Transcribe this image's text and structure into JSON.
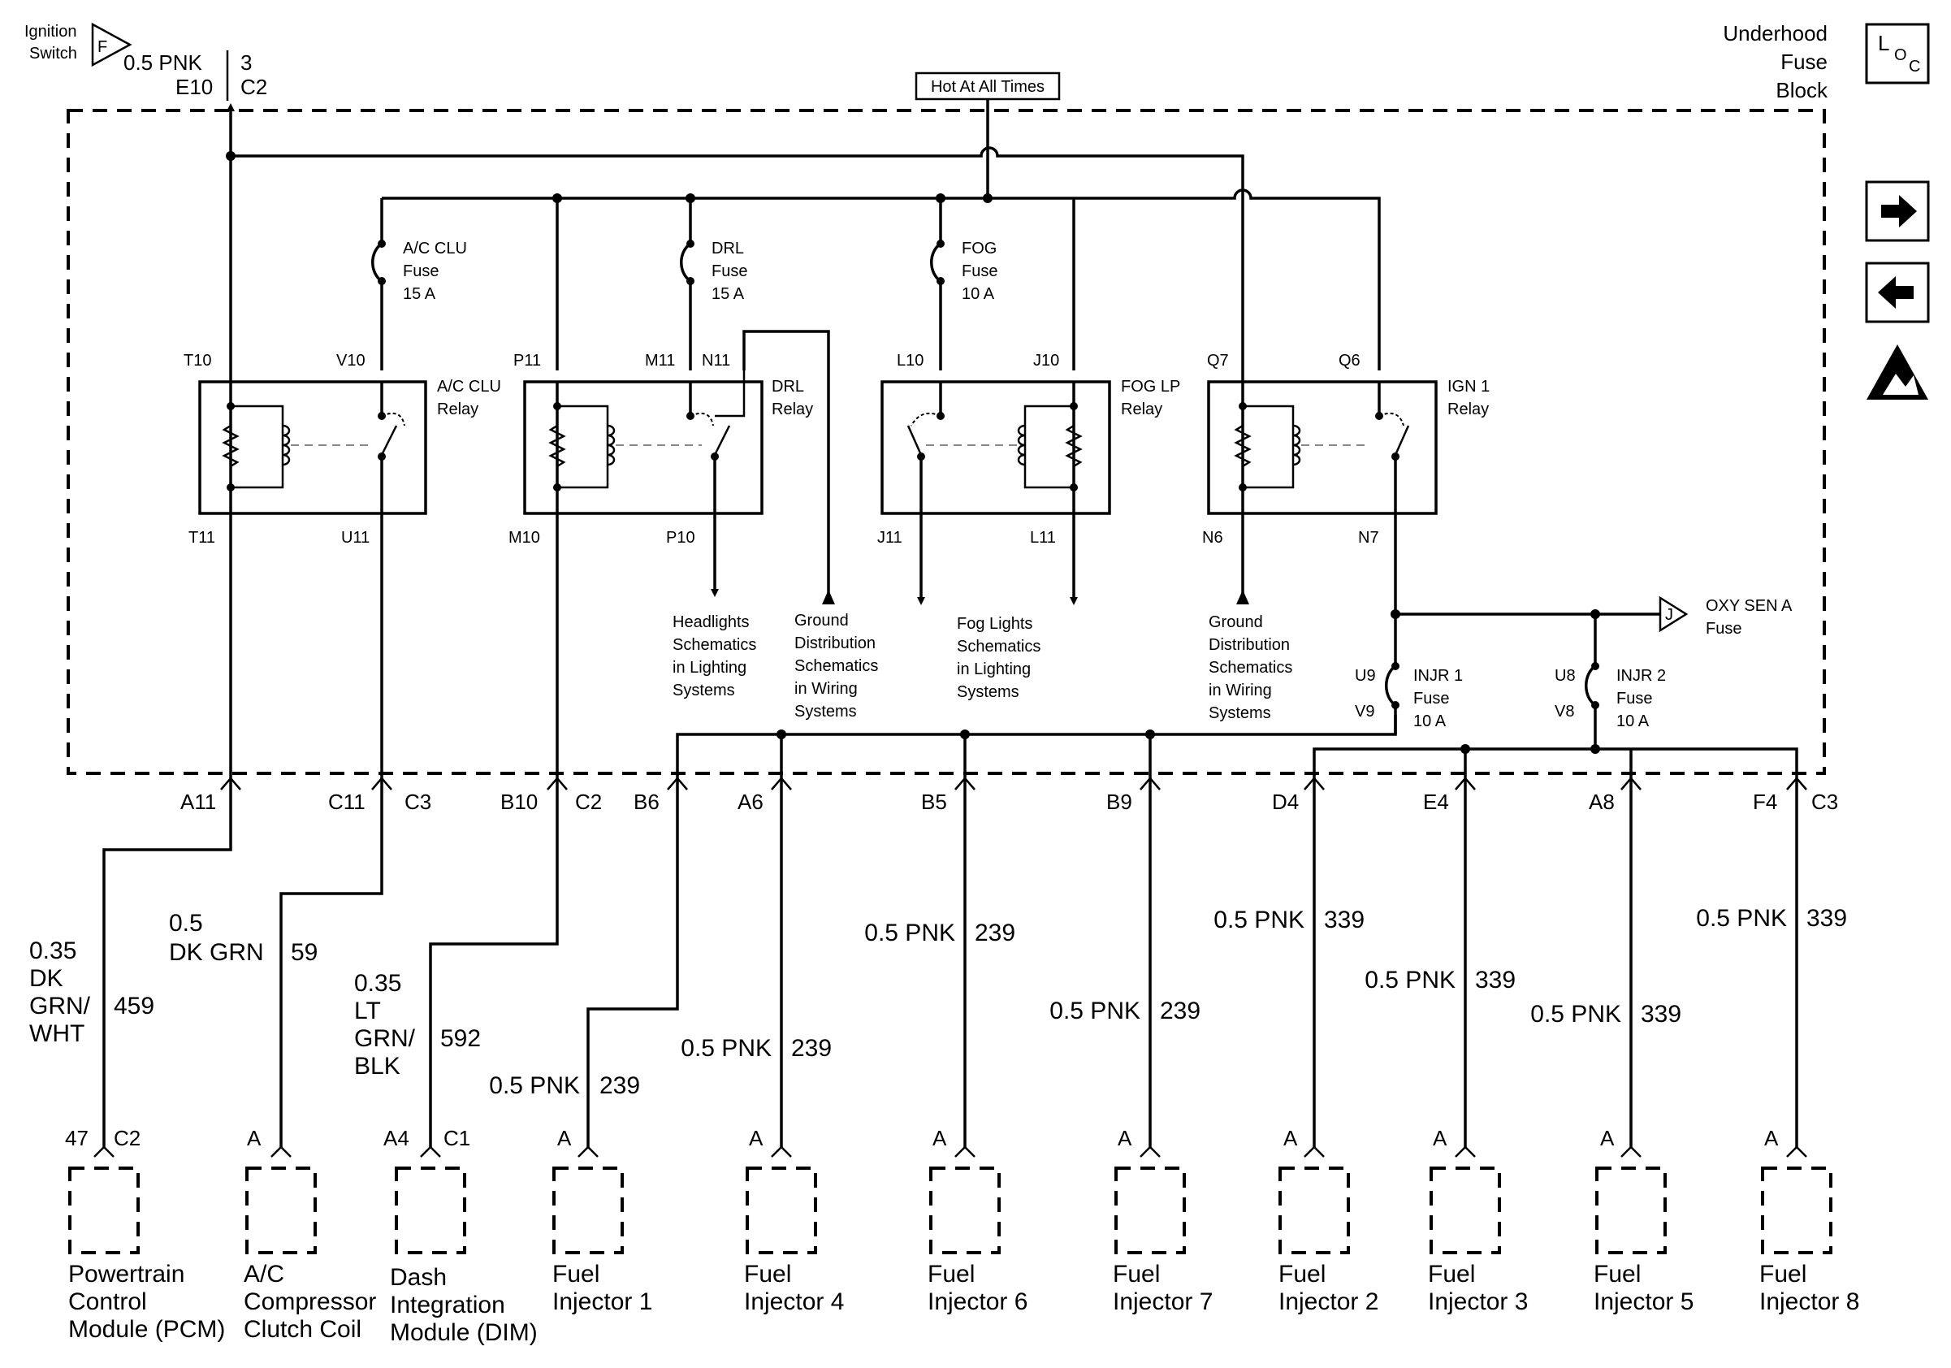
{
  "title": {
    "ignition": [
      "Ignition",
      "Switch"
    ],
    "ignition_connector": "F",
    "ignition_wire": "0.5 PNK",
    "ignition_circuit": "3",
    "ignition_pin": "E10",
    "ignition_conn": "C2",
    "fuse_block": [
      "Underhood",
      "Fuse",
      "Block"
    ],
    "hot": "Hot At All Times"
  },
  "icons": {
    "loc": [
      "L",
      "O",
      "C"
    ],
    "nav_next": "arrow-right-icon",
    "nav_prev": "arrow-left-icon",
    "esd": "esd-warning-icon"
  },
  "fuses": {
    "ac": [
      "A/C CLU",
      "Fuse",
      "15 A"
    ],
    "drl": [
      "DRL",
      "Fuse",
      "15 A"
    ],
    "fog": [
      "FOG",
      "Fuse",
      "10 A"
    ],
    "injr1": [
      "INJR 1",
      "Fuse",
      "10 A"
    ],
    "injr2": [
      "INJR 2",
      "Fuse",
      "10 A"
    ],
    "oxy": [
      "OXY SEN A",
      "Fuse"
    ],
    "oxy_connector": "J"
  },
  "relays": {
    "ac": [
      "A/C CLU",
      "Relay"
    ],
    "drl": [
      "DRL",
      "Relay"
    ],
    "fog": [
      "FOG LP",
      "Relay"
    ],
    "ign": [
      "IGN 1",
      "Relay"
    ]
  },
  "pins": {
    "t10": "T10",
    "v10": "V10",
    "p11": "P11",
    "m11": "M11",
    "n11": "N11",
    "l10": "L10",
    "j10": "J10",
    "q7": "Q7",
    "q6": "Q6",
    "t11": "T11",
    "u11": "U11",
    "m10": "M10",
    "p10": "P10",
    "j11": "J11",
    "l11": "L11",
    "n6": "N6",
    "n7": "N7",
    "u9": "U9",
    "v9": "V9",
    "u8": "U8",
    "v8": "V8"
  },
  "refs": {
    "headlights": [
      "Headlights",
      "Schematics",
      "in Lighting",
      "Systems"
    ],
    "ground1": [
      "Ground",
      "Distribution",
      "Schematics",
      "in Wiring",
      "Systems"
    ],
    "fog": [
      "Fog Lights",
      "Schematics",
      "in Lighting",
      "Systems"
    ],
    "ground2": [
      "Ground",
      "Distribution",
      "Schematics",
      "in Wiring",
      "Systems"
    ]
  },
  "connectors": {
    "a11": "A11",
    "c11": "C11",
    "c3a": "C3",
    "b10": "B10",
    "c2": "C2",
    "b6": "B6",
    "a6": "A6",
    "b5": "B5",
    "b9": "B9",
    "d4": "D4",
    "e4": "E4",
    "a8": "A8",
    "f4": "F4",
    "c3b": "C3"
  },
  "wires": {
    "pcm": [
      "0.35",
      "DK",
      "GRN/",
      "WHT"
    ],
    "pcm_circuit": "459",
    "ac": [
      "0.5",
      "DK GRN"
    ],
    "ac_circuit": "59",
    "dim": [
      "0.35",
      "LT",
      "GRN/",
      "BLK"
    ],
    "dim_circuit": "592",
    "inj": "0.5 PNK",
    "c239": "239",
    "c339": "339"
  },
  "components": {
    "pcm": {
      "pin": "47",
      "conn": "C2",
      "name": [
        "Powertrain",
        "Control",
        "Module (PCM)"
      ]
    },
    "ac": {
      "pin": "A",
      "name": [
        "A/C",
        "Compressor",
        "Clutch Coil"
      ]
    },
    "dim": {
      "pin": "A4",
      "conn": "C1",
      "name": [
        "Dash",
        "Integration",
        "Module (DIM)"
      ]
    },
    "inj1": {
      "pin": "A",
      "name": [
        "Fuel",
        "Injector 1"
      ]
    },
    "inj4": {
      "pin": "A",
      "name": [
        "Fuel",
        "Injector 4"
      ]
    },
    "inj6": {
      "pin": "A",
      "name": [
        "Fuel",
        "Injector 6"
      ]
    },
    "inj7": {
      "pin": "A",
      "name": [
        "Fuel",
        "Injector 7"
      ]
    },
    "inj2": {
      "pin": "A",
      "name": [
        "Fuel",
        "Injector 2"
      ]
    },
    "inj3": {
      "pin": "A",
      "name": [
        "Fuel",
        "Injector 3"
      ]
    },
    "inj5": {
      "pin": "A",
      "name": [
        "Fuel",
        "Injector 5"
      ]
    },
    "inj8": {
      "pin": "A",
      "name": [
        "Fuel",
        "Injector 8"
      ]
    }
  }
}
